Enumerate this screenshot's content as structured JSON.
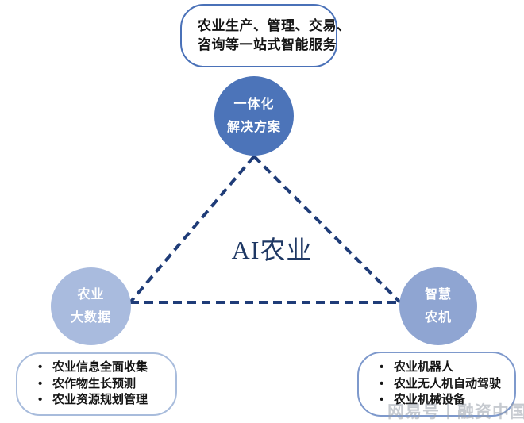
{
  "diagram": {
    "center_title": "AI农业",
    "colors": {
      "triangle_line": "#1F3C78",
      "title_text": "#1F3864",
      "top_node_fill": "#4C74B9",
      "left_node_fill": "#A9BBDE",
      "right_node_fill": "#8FA5D2",
      "top_box_border": "#4A71B8",
      "left_box_border": "#A8BCDC",
      "right_box_border": "#7E99CC"
    },
    "top_box": {
      "lines": [
        "农业生产、管理、交易、",
        "咨询等一站式智能服务"
      ]
    },
    "nodes": {
      "top": {
        "label_line1": "一体化",
        "label_line2": "解决方案"
      },
      "left": {
        "label_line1": "农业",
        "label_line2": "大数据"
      },
      "right": {
        "label_line1": "智慧",
        "label_line2": "农机"
      }
    },
    "left_box": {
      "items": [
        "农业信息全面收集",
        "农作物生长预测",
        "农业资源规划管理"
      ]
    },
    "right_box": {
      "items": [
        "农业机器人",
        "农业无人机自动驾驶",
        "农业机械设备"
      ]
    },
    "watermark": "网易号丨融资中国"
  }
}
